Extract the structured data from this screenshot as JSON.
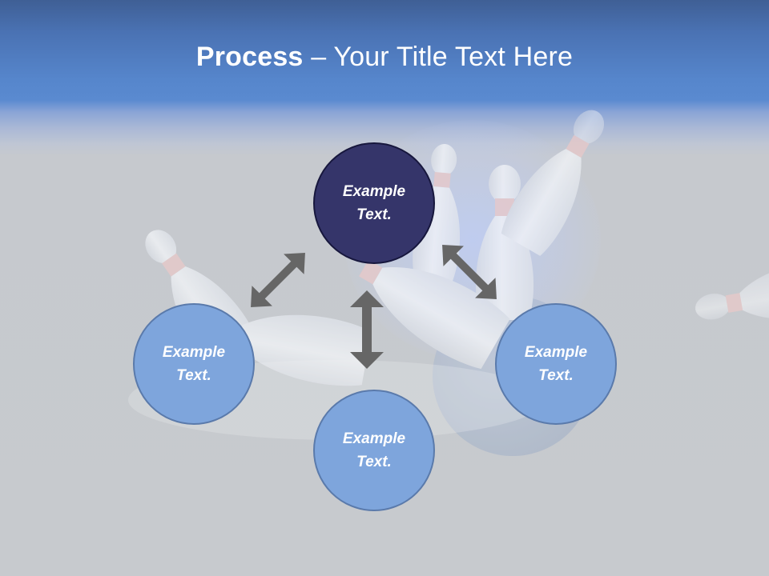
{
  "slide": {
    "title_bold": "Process",
    "title_rest": " – Your Title Text Here"
  },
  "diagram": {
    "nodes": [
      {
        "id": "top",
        "label_line1": "Example",
        "label_line2": "Text.",
        "style": "dark",
        "color": "#35356a"
      },
      {
        "id": "left",
        "label_line1": "Example",
        "label_line2": "Text.",
        "style": "light",
        "color": "#7ea5dc"
      },
      {
        "id": "bottom",
        "label_line1": "Example",
        "label_line2": "Text.",
        "style": "light",
        "color": "#7ea5dc"
      },
      {
        "id": "right",
        "label_line1": "Example",
        "label_line2": "Text.",
        "style": "light",
        "color": "#7ea5dc"
      }
    ],
    "arrows": [
      {
        "from": "top",
        "to": "left",
        "type": "double-headed"
      },
      {
        "from": "top",
        "to": "bottom",
        "type": "double-headed"
      },
      {
        "from": "top",
        "to": "right",
        "type": "double-headed"
      }
    ],
    "arrow_color": "#666666"
  },
  "background": {
    "header_color": "#5686cc",
    "body_color": "#c7cace",
    "image": "bowling-pins-and-ball"
  }
}
